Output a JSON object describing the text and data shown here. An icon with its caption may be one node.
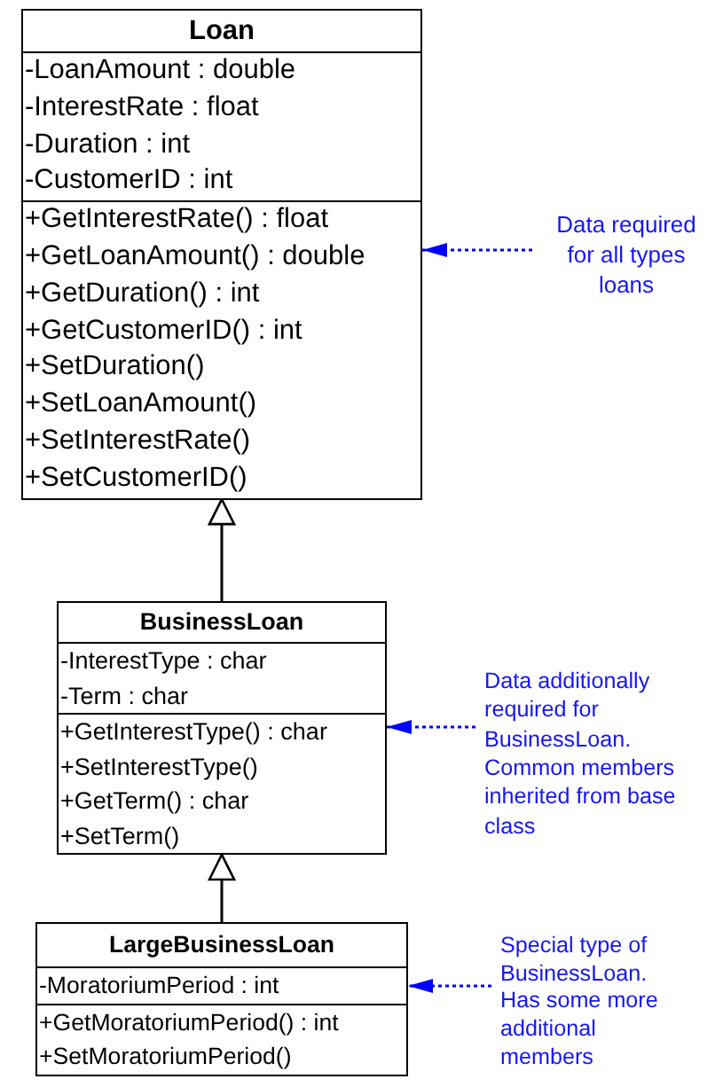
{
  "diagram": {
    "nodes": [
      {
        "text": [
          "Loan"
        ]
      },
      {
        "text": [
          "-LoanAmount : double",
          "-InterestRate : float",
          "-Duration : int",
          "-CustomerID : int"
        ],
        "in": 0
      },
      {
        "text": [
          "+GetInterestRate() : float",
          "+GetLoanAmount() : double",
          "+GetDuration() : int",
          "+GetCustomerID() : int",
          "+SetDuration()",
          "+SetLoanAmount()",
          "+SetInterestRate()",
          "+SetCustomerID()"
        ],
        "in": 0
      },
      {
        "text": [
          "Data required for all types loans"
        ]
      },
      {
        "text": [
          "BusinessLoan"
        ]
      },
      {
        "text": [
          "-InterestType : char",
          "-Term : char"
        ],
        "in": 4
      },
      {
        "text": [
          "+GetInterestType() : char",
          "+SetInterestType()",
          "+GetTerm() : char",
          "+SetTerm()"
        ],
        "in": 4
      },
      {
        "text": [
          "Data additionally required for BusinessLoan. Common members inherited from base class"
        ]
      },
      {
        "text": [
          "LargeBusinessLoan"
        ]
      },
      {
        "text": [
          "-MoratoriumPeriod : int"
        ],
        "in": 8
      },
      {
        "text": [
          "+GetMoratoriumPeriod() : int",
          "+SetMoratoriumPeriod()"
        ],
        "in": 8
      },
      {
        "text": [
          "Special type of BusinessLoan. Has some more additional members"
        ]
      }
    ],
    "edges": [
      {
        "from": 4,
        "to": 0,
        "arrow": "to",
        "color": "#000000"
      },
      {
        "from": 8,
        "to": 4,
        "arrow": "to",
        "color": "#000000"
      },
      {
        "from": 3,
        "to": 0,
        "arrow": "to",
        "style": "dashed"
      },
      {
        "from": 7,
        "to": 4,
        "arrow": "to",
        "style": "dashed"
      },
      {
        "from": 11,
        "to": 8,
        "arrow": "to",
        "style": "dashed"
      }
    ]
  }
}
